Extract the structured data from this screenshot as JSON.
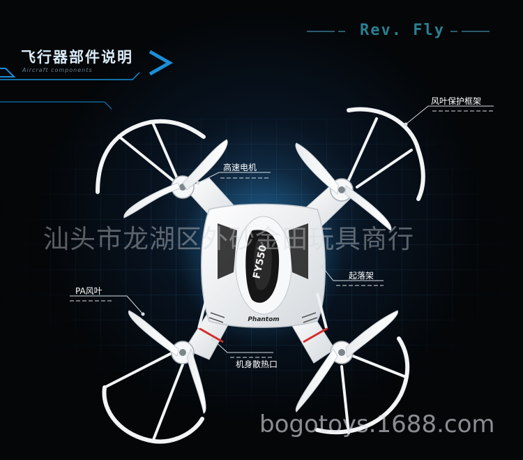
{
  "header": {
    "brand": "Rev. Fly",
    "section_title": "飞行器部件说明",
    "section_subtitle": "Aircraft components"
  },
  "drone": {
    "model_badge": "FY550",
    "name_plate": "Phantom"
  },
  "callouts": {
    "guard": "风叶保护框架",
    "motor": "高速电机",
    "landing_gear": "起落架",
    "blade": "PA风叶",
    "vent": "机身散热口"
  },
  "watermarks": {
    "shop": "汕头市龙湖区外砂金田玩具商行",
    "url": "bogotoys.1688.com"
  },
  "colors": {
    "background": "#040608",
    "accent": "#1a8fd8",
    "brand": "#2c7f92",
    "drone_body": "#f3f5f7"
  }
}
